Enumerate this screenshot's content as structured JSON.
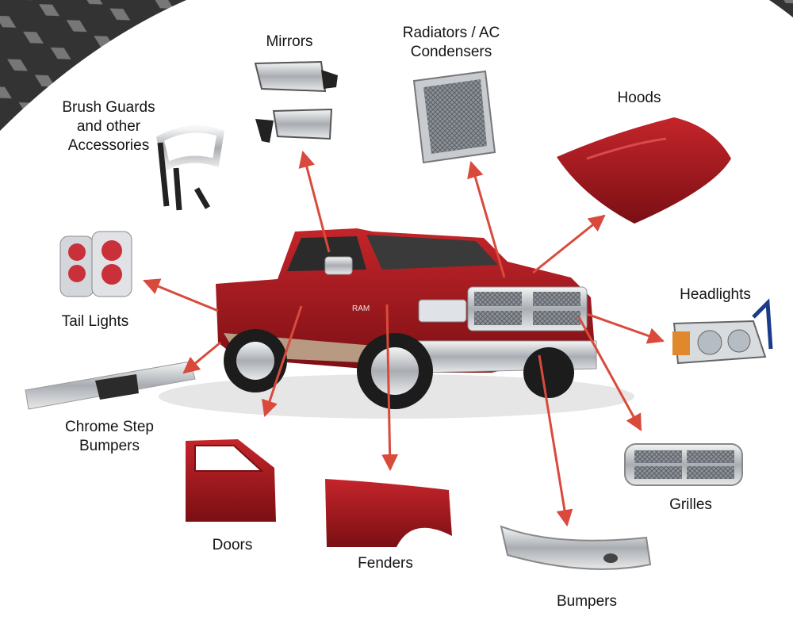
{
  "labels": {
    "mirrors": [
      "Mirrors"
    ],
    "radiators": [
      "Radiators / AC",
      "Condensers"
    ],
    "hoods": [
      "Hoods"
    ],
    "brush_guards": [
      "Brush Guards",
      "and other",
      "Accessories"
    ],
    "tail_lights": [
      "Tail Lights"
    ],
    "headlights": [
      "Headlights"
    ],
    "chrome_step_bumpers": [
      "Chrome Step",
      "Bumpers"
    ],
    "grilles": [
      "Grilles"
    ],
    "doors": [
      "Doors"
    ],
    "fenders": [
      "Fenders"
    ],
    "bumpers": [
      "Bumpers"
    ]
  },
  "truck_badge": "RAM",
  "colors": {
    "arrow": "#d94a3c",
    "paint": "#a4161b",
    "chrome": "#c9ccd0",
    "diamond_plate": "#3b3b3b"
  }
}
